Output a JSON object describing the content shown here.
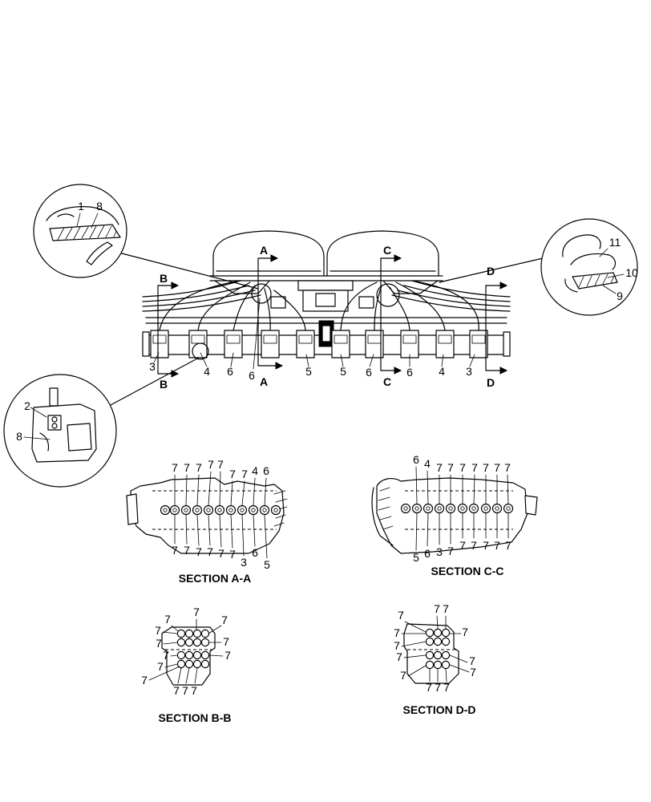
{
  "detail_views": {
    "upper_left": {
      "callouts": [
        "1",
        "8"
      ]
    },
    "right": {
      "callouts": [
        "11",
        "10",
        "9"
      ]
    },
    "lower_left": {
      "callouts": [
        "2",
        "8"
      ]
    }
  },
  "main_view": {
    "section_markers": {
      "a_top": "A",
      "a_bottom": "A",
      "b_top": "B",
      "b_bottom": "B",
      "c_top": "C",
      "c_bottom": "C",
      "d_top": "D",
      "d_bottom": "D"
    },
    "callouts": [
      "3",
      "4",
      "6",
      "6",
      "5",
      "5",
      "6",
      "6",
      "4",
      "3"
    ]
  },
  "sections": {
    "a_a": {
      "title": "SECTION A-A",
      "top_callouts": [
        "7",
        "7",
        "7",
        "7",
        "7",
        "7",
        "7",
        "4",
        "6"
      ],
      "bottom_callouts": [
        "7",
        "7",
        "7",
        "7",
        "7",
        "7",
        "3",
        "6",
        "5"
      ]
    },
    "c_c": {
      "title": "SECTION C-C",
      "top_callouts": [
        "6",
        "4",
        "7",
        "7",
        "7",
        "7",
        "7",
        "7",
        "7"
      ],
      "bottom_callouts": [
        "5",
        "6",
        "3",
        "7",
        "7",
        "7",
        "7",
        "7",
        "7"
      ]
    },
    "b_b": {
      "title": "SECTION B-B",
      "callouts": [
        "7",
        "7",
        "7",
        "7",
        "7",
        "7",
        "7",
        "7",
        "7",
        "7",
        "7",
        "7",
        "7"
      ]
    },
    "d_d": {
      "title": "SECTION D-D",
      "callouts": [
        "7",
        "7",
        "7",
        "7",
        "7",
        "7",
        "7",
        "7",
        "7",
        "7",
        "7",
        "7",
        "7"
      ]
    }
  }
}
